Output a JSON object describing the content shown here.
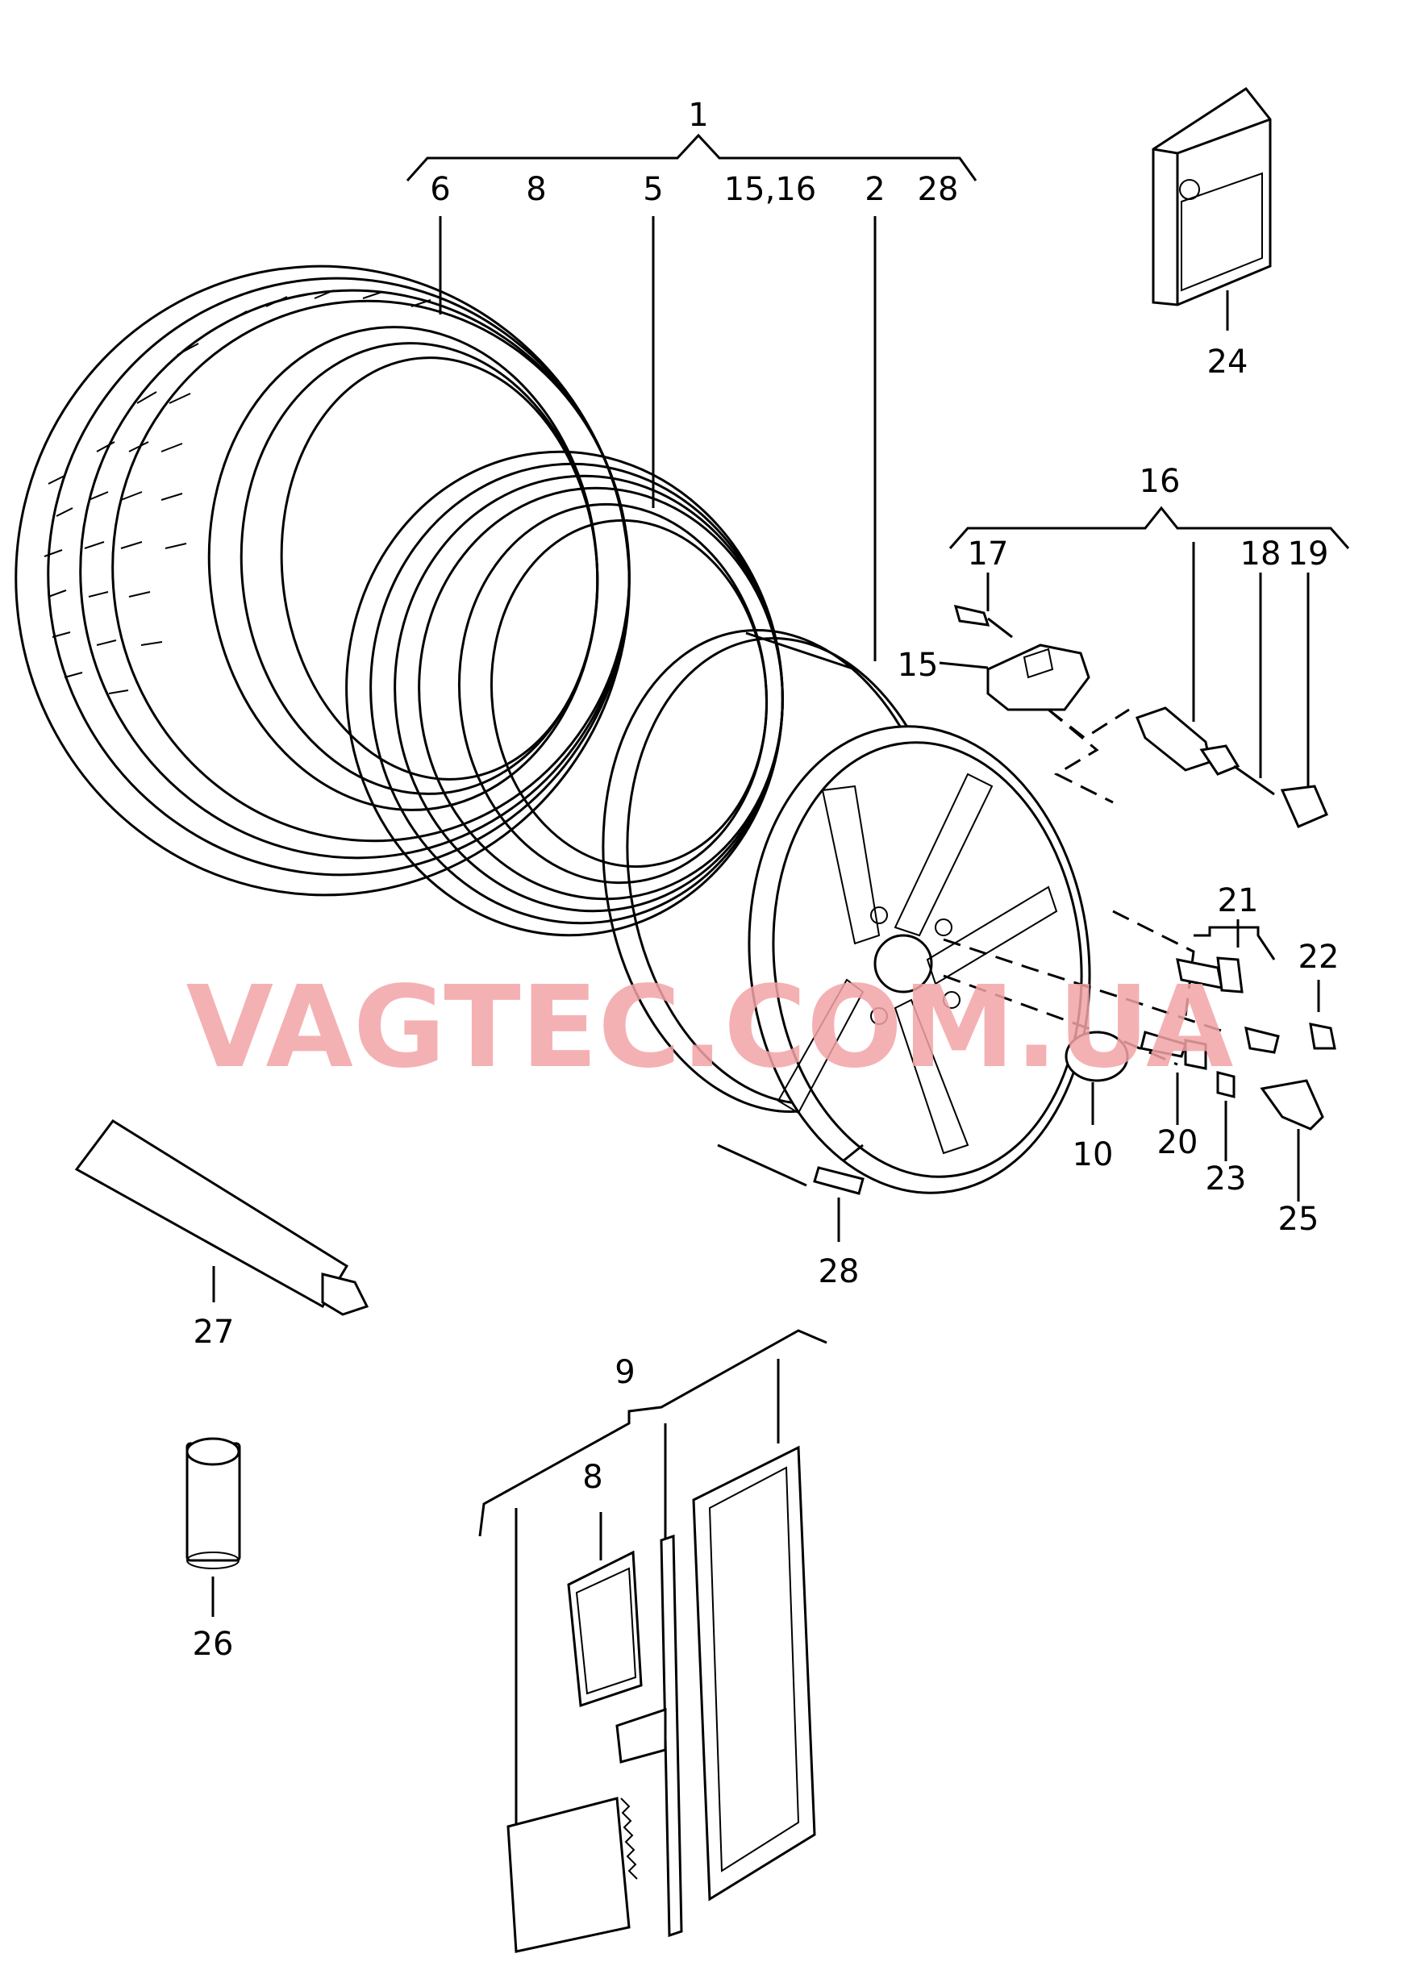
{
  "watermark": "VAGTEC.COM.UA",
  "labels": {
    "l1": "1",
    "l6": "6",
    "l8a": "8",
    "l5": "5",
    "l15_16": "15,16",
    "l2": "2",
    "l28a": "28",
    "l24": "24",
    "l16": "16",
    "l17": "17",
    "l18": "18",
    "l19": "19",
    "l15": "15",
    "l21": "21",
    "l22": "22",
    "l10": "10",
    "l20": "20",
    "l23": "23",
    "l25": "25",
    "l28b": "28",
    "l27": "27",
    "l9": "9",
    "l8b": "8",
    "l26": "26"
  },
  "colors": {
    "line": "#000000",
    "watermark": "#f3a4a6",
    "background": "#ffffff"
  }
}
